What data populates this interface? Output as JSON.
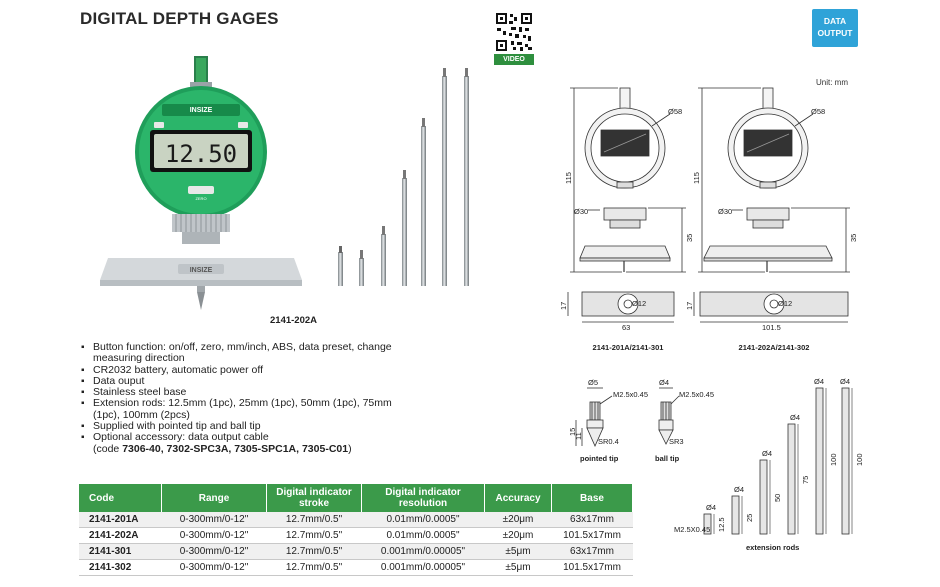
{
  "title": "DIGITAL DEPTH GAGES",
  "qr_label": "VIDEO",
  "badge": {
    "line1": "DATA",
    "line2": "OUTPUT",
    "color": "#2fa3d8"
  },
  "unit_note": "Unit: mm",
  "product": {
    "brand": "INSIZE",
    "display_value": "12.50",
    "buttons": [
      "on/off",
      "ABS",
      "ZERO"
    ],
    "model": "2141-202A"
  },
  "features": [
    "Button function: on/off, zero, mm/inch, ABS, data preset, change measuring direction",
    "CR2032 battery, automatic power off",
    "Data ouput",
    "Stainless steel base",
    "Extension rods: 12.5mm (1pc), 25mm (1pc), 50mm (1pc), 75mm (1pc), 100mm (2pcs)",
    "Supplied with pointed tip and ball tip"
  ],
  "accessory": {
    "prefix": "Optional accessory: data output cable",
    "code_open": "(code ",
    "codes": "7306-40, 7302-SPC3A, 7305-SPC1A, 7305-C01",
    "code_close": ")"
  },
  "drawings": {
    "left": {
      "height": "115",
      "dial": "Ø58",
      "stem": "Ø30",
      "base_h": "35",
      "hole": "Ø12",
      "thick": "17",
      "width": "63",
      "caption": "2141-201A/2141-301"
    },
    "right": {
      "height": "115",
      "dial": "Ø58",
      "stem": "Ø30",
      "base_h": "35",
      "hole": "Ø12",
      "thick": "17",
      "width": "101.5",
      "caption": "2141-202A/2141-302"
    }
  },
  "tips": {
    "pointed": {
      "dia": "Ø5",
      "thread": "M2.5x0.45",
      "d1": "15",
      "d2": "11",
      "radius": "SR0.4",
      "caption": "pointed tip"
    },
    "ball": {
      "dia": "Ø4",
      "thread": "M2.5x0.45",
      "radius": "SR3",
      "caption": "ball tip"
    }
  },
  "rods": {
    "thread": "M2.5X0.45",
    "items": [
      {
        "dia": "Ø4",
        "length": "12.5"
      },
      {
        "dia": "Ø4",
        "length": "25"
      },
      {
        "dia": "Ø4",
        "length": "50"
      },
      {
        "dia": "Ø4",
        "length": "75"
      },
      {
        "dia": "Ø4",
        "length": "100"
      },
      {
        "dia": "Ø4",
        "length": "100"
      }
    ],
    "caption": "extension rods"
  },
  "table": {
    "headers": [
      "Code",
      "Range",
      "Digital indicator stroke",
      "Digital indicator resolution",
      "Accuracy",
      "Base"
    ],
    "rows": [
      [
        "2141-201A",
        "0-300mm/0-12\"",
        "12.7mm/0.5\"",
        "0.01mm/0.0005\"",
        "±20μm",
        "63x17mm"
      ],
      [
        "2141-202A",
        "0-300mm/0-12\"",
        "12.7mm/0.5\"",
        "0.01mm/0.0005\"",
        "±20μm",
        "101.5x17mm"
      ],
      [
        "2141-301",
        "0-300mm/0-12\"",
        "12.7mm/0.5\"",
        "0.001mm/0.00005\"",
        "±5μm",
        "63x17mm"
      ],
      [
        "2141-302",
        "0-300mm/0-12\"",
        "12.7mm/0.5\"",
        "0.001mm/0.00005\"",
        "±5μm",
        "101.5x17mm"
      ]
    ],
    "header_color": "#3b9a4a"
  }
}
